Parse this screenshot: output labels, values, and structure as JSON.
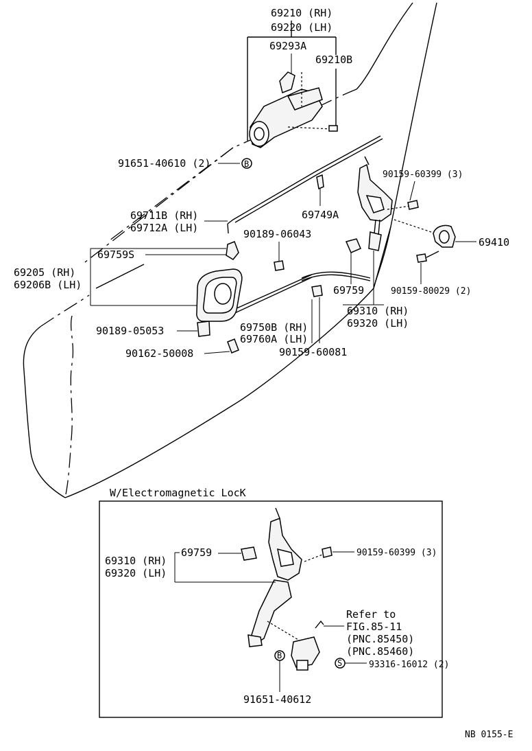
{
  "labels": {
    "l69210": "69210 (RH)",
    "l69220": "69220 (LH)",
    "l69293a": "69293A",
    "l69210b": "69210B",
    "l91651_40610": "91651-40610 (2)",
    "l90159_60399": "90159-60399 (3)",
    "l69749a": "69749A",
    "l69711b": "69711B (RH)",
    "l69712a": "69712A (LH)",
    "l90189_06043": "90189-06043",
    "l69410": "69410",
    "l69759s": "69759S",
    "l69205": "69205  (RH)",
    "l69206b": "69206B (LH)",
    "l69759": "69759",
    "l90159_80029": "90159-80029 (2)",
    "l69310": "69310 (RH)",
    "l69320": "69320 (LH)",
    "l69750b": "69750B (RH)",
    "l69760a": "69760A (LH)",
    "l90189_05053": "90189-05053",
    "l90162_50008": "90162-50008",
    "l90159_60081": "90159-60081"
  },
  "inset": {
    "title": "W/Electromagnetic LocK",
    "l69310": "69310 (RH)",
    "l69320": "69320 (LH)",
    "l69759": "69759",
    "l90159_60399": "90159-60399 (3)",
    "refer1": "Refer to",
    "refer2": "FIG.85-11",
    "refer3": "(PNC.85450)",
    "refer4": "(PNC.85460)",
    "l93316": "93316-16012 (2)",
    "l91651_40612": "91651-40612",
    "marker_b": "B",
    "marker_s": "S"
  },
  "marker_b": "B",
  "figure_code": "NB 0155-E"
}
